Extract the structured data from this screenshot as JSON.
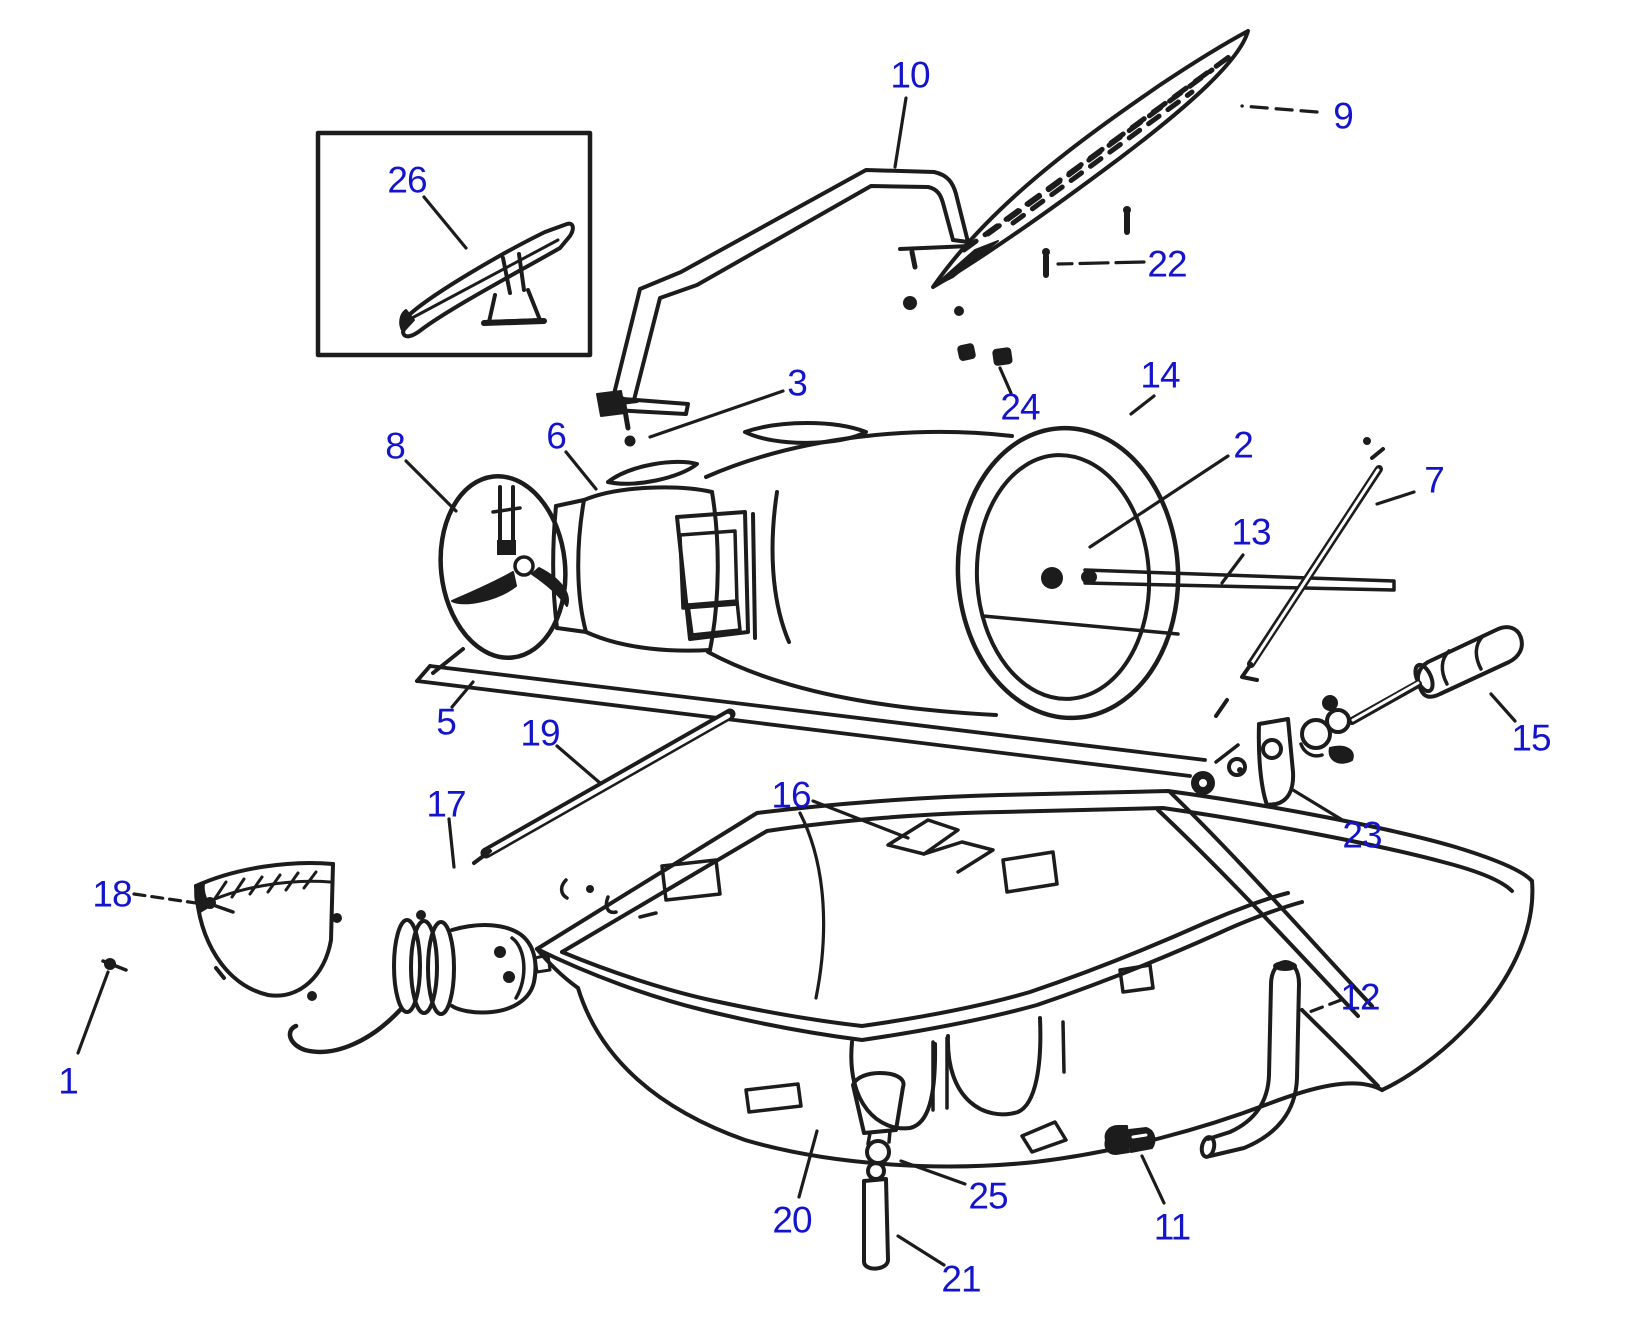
{
  "diagram": {
    "description_visible_content": "exploded parts line drawing with numbered callouts",
    "background_color": "#ffffff",
    "line_color": "#1c1c1c",
    "callout_color": "#1414cd",
    "callouts": [
      {
        "number": "1"
      },
      {
        "number": "2"
      },
      {
        "number": "3"
      },
      {
        "number": "5"
      },
      {
        "number": "6"
      },
      {
        "number": "7"
      },
      {
        "number": "8"
      },
      {
        "number": "9"
      },
      {
        "number": "10"
      },
      {
        "number": "11"
      },
      {
        "number": "12"
      },
      {
        "number": "13"
      },
      {
        "number": "14"
      },
      {
        "number": "15"
      },
      {
        "number": "16"
      },
      {
        "number": "17"
      },
      {
        "number": "18"
      },
      {
        "number": "19"
      },
      {
        "number": "20"
      },
      {
        "number": "21"
      },
      {
        "number": "22"
      },
      {
        "number": "23"
      },
      {
        "number": "24"
      },
      {
        "number": "25"
      },
      {
        "number": "26"
      }
    ]
  }
}
